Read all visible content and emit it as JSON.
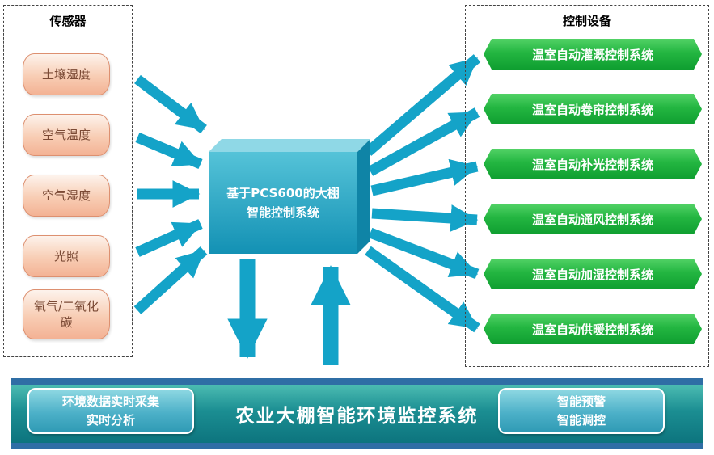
{
  "sensors_panel": {
    "title": "传感器",
    "items": [
      {
        "label": "土壤湿度"
      },
      {
        "label": "空气温度"
      },
      {
        "label": "空气湿度"
      },
      {
        "label": "光照"
      },
      {
        "label": "氧气/二氧化碳"
      }
    ]
  },
  "controller": {
    "label": "基于PCS600的大棚智能控制系统"
  },
  "devices_panel": {
    "title": "控制设备",
    "items": [
      {
        "label": "温室自动灌溉控制系统"
      },
      {
        "label": "温室自动卷帘控制系统"
      },
      {
        "label": "温室自动补光控制系统"
      },
      {
        "label": "温室自动通风控制系统"
      },
      {
        "label": "温室自动加湿控制系统"
      },
      {
        "label": "温室自动供暖控制系统"
      }
    ]
  },
  "footer": {
    "left_badge": "环境数据实时采集\n实时分析",
    "title": "农业大棚智能环境监控系统",
    "right_badge": "智能预警\n智能调控"
  },
  "colors": {
    "arrow": "#14a3c8",
    "device_green": "#1faf3c",
    "sensor_fill": "#f8cdb4",
    "controller_teal": "#28a9c4",
    "footer_teal": "#15808a",
    "footer_border": "#2f6ea5"
  }
}
